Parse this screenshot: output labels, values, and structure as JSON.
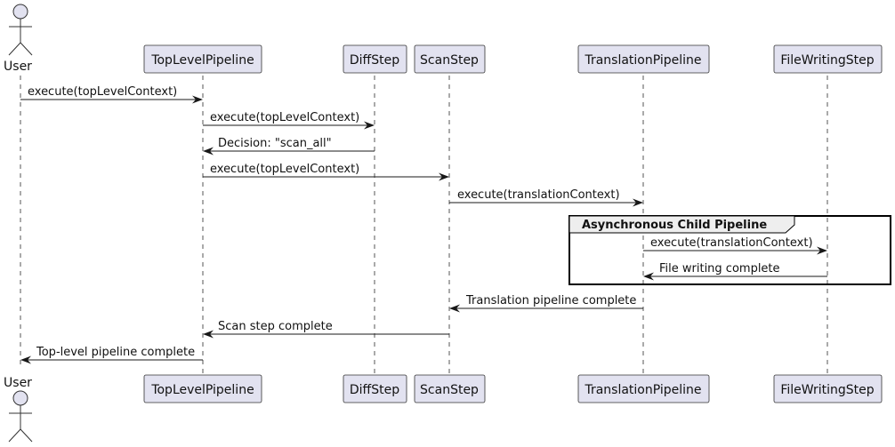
{
  "actor": {
    "name": "User"
  },
  "participants": [
    {
      "id": "toplevel",
      "name": "TopLevelPipeline"
    },
    {
      "id": "diff",
      "name": "DiffStep"
    },
    {
      "id": "scan",
      "name": "ScanStep"
    },
    {
      "id": "translation",
      "name": "TranslationPipeline"
    },
    {
      "id": "filewriting",
      "name": "FileWritingStep"
    }
  ],
  "messages": [
    {
      "from": "user",
      "to": "toplevel",
      "label": "execute(topLevelContext)"
    },
    {
      "from": "toplevel",
      "to": "diff",
      "label": "execute(topLevelContext)"
    },
    {
      "from": "diff",
      "to": "toplevel",
      "label": "Decision: \"scan_all\""
    },
    {
      "from": "toplevel",
      "to": "scan",
      "label": "execute(topLevelContext)"
    },
    {
      "from": "scan",
      "to": "translation",
      "label": "execute(translationContext)"
    },
    {
      "from": "translation",
      "to": "filewriting",
      "label": "execute(translationContext)"
    },
    {
      "from": "filewriting",
      "to": "translation",
      "label": "File writing complete"
    },
    {
      "from": "translation",
      "to": "scan",
      "label": "Translation pipeline complete"
    },
    {
      "from": "scan",
      "to": "toplevel",
      "label": "Scan step complete"
    },
    {
      "from": "toplevel",
      "to": "user",
      "label": "Top-level pipeline complete"
    }
  ],
  "group": {
    "title": "Asynchronous Child Pipeline"
  }
}
